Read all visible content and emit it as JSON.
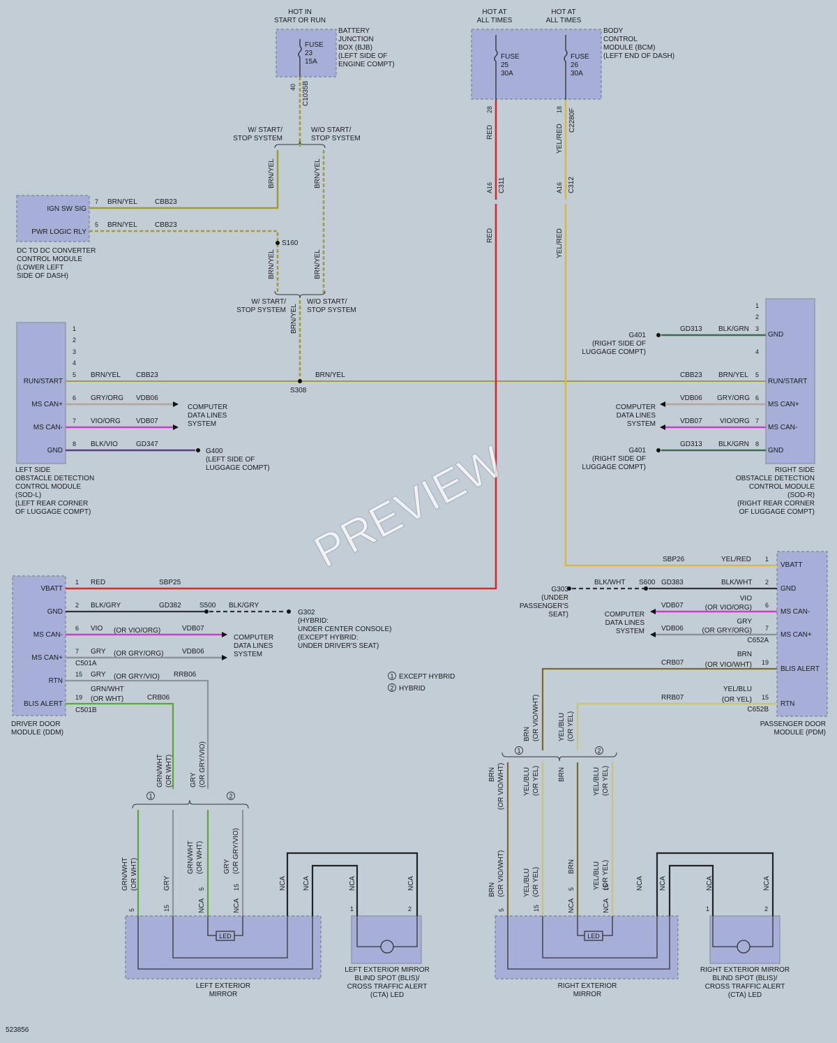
{
  "diagram_id": "523856",
  "watermark": "PREVIEW",
  "colors": {
    "background": "#c3cdd6",
    "component": "#a7afd8",
    "brn_yel": "#a39a3a",
    "red": "#d42a2a",
    "yel_red": "#d9b84a",
    "gry_org": "#b5a695",
    "vio_org": "#cc3fcc",
    "blk_vio": "#5a3f7a",
    "blk_grn": "#3d6b4f",
    "blk": "#222222",
    "gry": "#8d9398",
    "grn": "#5aa53c",
    "brn": "#7a6a2a",
    "yel_blu": "#c9c27a"
  },
  "labels": {
    "hot_start_run": [
      "HOT IN",
      "START OR RUN"
    ],
    "hot_at_all_times": [
      "HOT AT",
      "ALL TIMES"
    ],
    "bjb": [
      "BATTERY",
      "JUNCTION",
      "BOX (BJB)",
      "(LEFT SIDE OF",
      "ENGINE COMPT)"
    ],
    "bcm": [
      "BODY",
      "CONTROL",
      "MODULE (BCM)",
      "(LEFT END OF DASH)"
    ],
    "fuse23": [
      "FUSE",
      "23",
      "15A"
    ],
    "fuse25": [
      "FUSE",
      "25",
      "30A"
    ],
    "fuse26": [
      "FUSE",
      "26",
      "30A"
    ],
    "c1035b": "C1035B",
    "c2280f": "C2280F",
    "c311": "C311",
    "c312": "C312",
    "a16": "A16",
    "pin40": "40",
    "pin28": "28",
    "pin18": "18",
    "w_start": [
      "W/ START/",
      "STOP SYSTEM"
    ],
    "wo_start": [
      "W/O START/",
      "STOP SYSTEM"
    ],
    "brn_yel": "BRN/YEL",
    "red": "RED",
    "yel_red": "YEL/RED",
    "dcdc_title": [
      "DC TO DC CONVERTER",
      "CONTROL MODULE",
      "(LOWER LEFT",
      "SIDE OF DASH)"
    ],
    "ign_sw_sig": "IGN SW SIG",
    "pwr_logic_rly": "PWR LOGIC RLY",
    "cbb23": "CBB23",
    "s160": "S160",
    "s308": "S308",
    "sodl_title": [
      "LEFT SIDE",
      "OBSTACLE DETECTION",
      "CONTROL MODULE",
      "(SOD-L)",
      "(LEFT REAR CORNER",
      "OF LUGGAGE COMPT)"
    ],
    "sodr_title": [
      "RIGHT SIDE",
      "OBSTACLE DETECTION",
      "CONTROL MODULE",
      "(SOD-R)",
      "(RIGHT REAR CORNER",
      "OF LUGGAGE COMPT)"
    ],
    "run_start": "RUN/START",
    "ms_can_plus": "MS CAN+",
    "ms_can_minus": "MS CAN-",
    "gnd": "GND",
    "gry_org": "GRY/ORG",
    "vio_org": "VIO/ORG",
    "blk_vio": "BLK/VIO",
    "blk_grn": "BLK/GRN",
    "vdb06": "VDB06",
    "vdb07": "VDB07",
    "gd347": "GD347",
    "gd313": "GD313",
    "g400": [
      "G400",
      "(LEFT SIDE OF",
      "LUGGAGE COMPT)"
    ],
    "g401": [
      "G401",
      "(RIGHT SIDE OF",
      "LUGGAGE COMPT)"
    ],
    "computer_data_lines": [
      "COMPUTER",
      "DATA LINES",
      "SYSTEM"
    ],
    "ddm_title": [
      "DRIVER DOOR",
      "MODULE (DDM)"
    ],
    "pdm_title": [
      "PASSENGER DOOR",
      "MODULE (PDM)"
    ],
    "vbatt": "VBATT",
    "rtn": "RTN",
    "blis_alert": "BLIS ALERT",
    "sbp25": "SBP25",
    "sbp26": "SBP26",
    "blk_gry": "BLK/GRY",
    "blk_wht": "BLK/WHT",
    "gd382": "GD382",
    "gd383": "GD383",
    "s500": "S500",
    "s600": "S600",
    "g302": [
      "G302",
      "(HYBRID:",
      "UNDER CENTER CONSOLE)",
      "(EXCEPT HYBRID:",
      "UNDER DRIVER'S SEAT)"
    ],
    "g303": [
      "G303",
      "(UNDER",
      "PASSENGER'S",
      "SEAT)"
    ],
    "vio": "VIO",
    "or_vio_org": "(OR VIO/ORG)",
    "gry": "GRY",
    "or_gry_org": "(OR GRY/ORG)",
    "or_gry_vio": "(OR GRY/VIO)",
    "rrb06": "RRB06",
    "rrb07": "RRB07",
    "crb06": "CRB06",
    "crb07": "CRB07",
    "grn_wht": "GRN/WHT",
    "or_wht": "(OR WHT)",
    "brn": "BRN",
    "or_vio_wht": "(OR VIO/WHT)",
    "yel_blu": "YEL/BLU",
    "or_yel": "(OR YEL)",
    "c501a": "C501A",
    "c501b": "C501B",
    "c652a": "C652A",
    "c652b": "C652B",
    "legend1": "EXCEPT HYBRID",
    "legend2": "HYBRID",
    "nca": "NCA",
    "led": "LED",
    "left_mirror": [
      "LEFT EXTERIOR",
      "MIRROR"
    ],
    "right_mirror": [
      "RIGHT EXTERIOR",
      "MIRROR"
    ],
    "left_cta": [
      "LEFT EXTERIOR MIRROR",
      "BLIND SPOT (BLIS)/",
      "CROSS TRAFFIC ALERT",
      "(CTA) LED"
    ],
    "right_cta": [
      "RIGHT EXTERIOR MIRROR",
      "BLIND SPOT (BLIS)/",
      "CROSS TRAFFIC ALERT",
      "(CTA) LED"
    ],
    "pin1": "1",
    "pin2": "2",
    "pin3": "3",
    "pin4": "4",
    "pin5": "5",
    "pin6": "6",
    "pin7": "7",
    "pin8": "8",
    "pin15": "15",
    "pin19": "19"
  }
}
